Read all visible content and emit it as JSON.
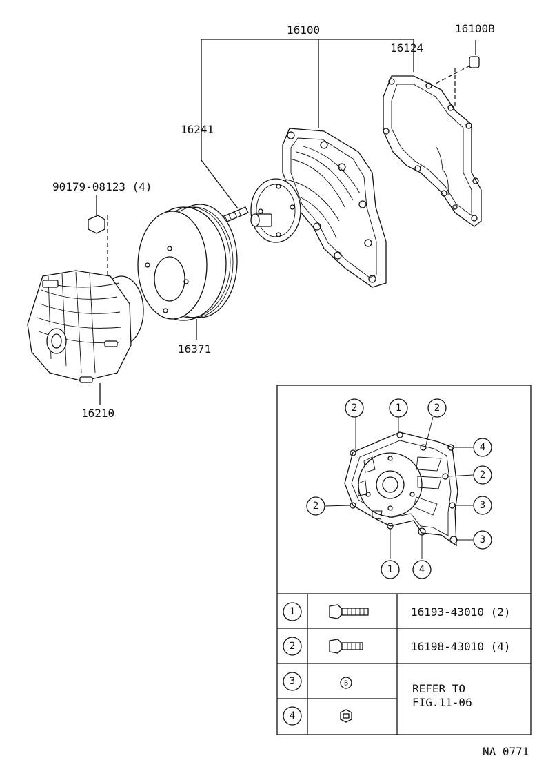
{
  "part_labels": {
    "water_pump_assy": "16100",
    "plug": "16100B",
    "gasket": "16124",
    "stud": "16241",
    "nut": "90179-08123 (4)",
    "pulley": "16371",
    "fluid_coupling": "16210"
  },
  "inset": {
    "callouts": [
      "1",
      "2",
      "3",
      "4"
    ],
    "rows": [
      {
        "num": "1",
        "part": "16193-43010 (2)",
        "icon": "long-bolt-icon"
      },
      {
        "num": "2",
        "part": "16198-43010 (4)",
        "icon": "short-bolt-icon"
      },
      {
        "num": "3",
        "part": "",
        "icon": "b-symbol-icon",
        "symbol": "B"
      },
      {
        "num": "4",
        "part": "",
        "icon": "stud-nut-icon"
      }
    ],
    "refer_line1": "REFER TO",
    "refer_line2": "FIG.11-06"
  },
  "footer_code": "NA  0771"
}
